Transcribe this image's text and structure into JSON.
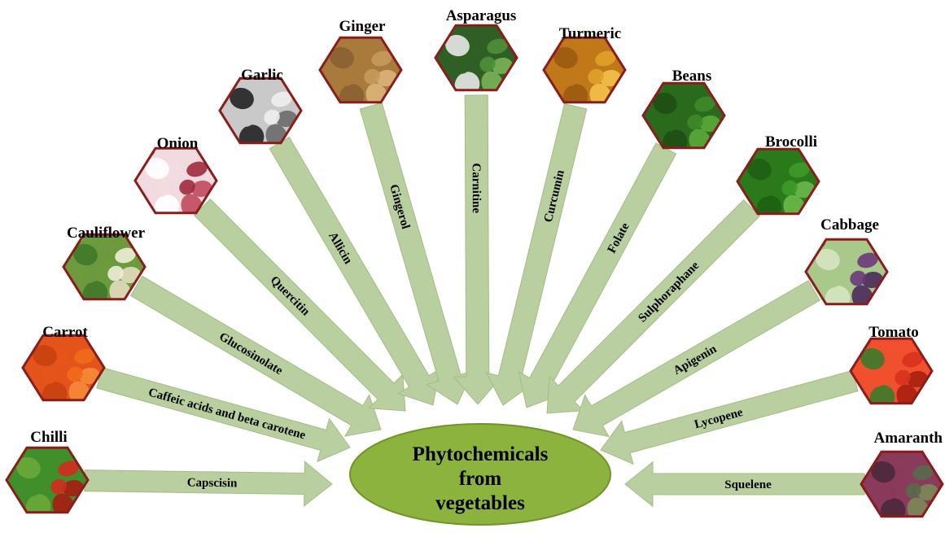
{
  "hub": {
    "lines": [
      "Phytochemicals",
      "from",
      "vegetables"
    ],
    "fill": "#8bb33d"
  },
  "colors": {
    "arrow": "#b9cf9f",
    "arrow_edge": "#a3bd86",
    "hex_border": "#8b1c1c"
  },
  "vegetables": [
    {
      "name": "Chilli",
      "compound": "Capscisin",
      "icon": "chilli-icon",
      "tones": [
        "#d42a1f",
        "#3f8f2a",
        "#a81b12",
        "#6aa83a"
      ]
    },
    {
      "name": "Carrot",
      "compound": "Caffeic acids and beta carotene",
      "icon": "carrot-icon",
      "tones": [
        "#f06a1c",
        "#e4541a",
        "#f58a3a",
        "#c7410f"
      ]
    },
    {
      "name": "Cauliflower",
      "compound": "Glucosinolate",
      "icon": "cauliflower-icon",
      "tones": [
        "#f1edd8",
        "#6c9a3c",
        "#e3ddbf",
        "#3f7a2a"
      ]
    },
    {
      "name": "Onion",
      "compound": "Quercitin",
      "icon": "onion-icon",
      "tones": [
        "#9e2a3e",
        "#f2dbe0",
        "#c04a5e",
        "#ffffff"
      ]
    },
    {
      "name": "Garlic",
      "compound": "Allicin",
      "icon": "garlic-icon",
      "tones": [
        "#eeeeee",
        "#c9c9c9",
        "#6a6a6a",
        "#222222"
      ]
    },
    {
      "name": "Ginger",
      "compound": "Gingerol",
      "icon": "ginger-icon",
      "tones": [
        "#c49a5a",
        "#a87a3c",
        "#d9b47a",
        "#8a6030"
      ]
    },
    {
      "name": "Asparagus",
      "compound": "Carnitine",
      "icon": "asparagus-icon",
      "tones": [
        "#4f8f3a",
        "#2f5f24",
        "#7ab35a",
        "#e8e8e8"
      ]
    },
    {
      "name": "Turmeric",
      "compound": "Curcumin",
      "icon": "turmeric-icon",
      "tones": [
        "#e0a22a",
        "#c07818",
        "#f2c24a",
        "#9a5a10"
      ]
    },
    {
      "name": "Beans",
      "compound": "Folate",
      "icon": "beans-icon",
      "tones": [
        "#3f8a2a",
        "#2a6a1c",
        "#5aa83a",
        "#1f4f14"
      ]
    },
    {
      "name": "Brocolli",
      "compound": "Sulphoraphane",
      "icon": "broccoli-icon",
      "tones": [
        "#3f9a2a",
        "#2a7a1c",
        "#6ab84a",
        "#1f5f14"
      ]
    },
    {
      "name": "Cabbage",
      "compound": "Apigenin",
      "icon": "cabbage-icon",
      "tones": [
        "#6a3a7a",
        "#a8c98a",
        "#4a2a5a",
        "#d6e6c0"
      ]
    },
    {
      "name": "Tomato",
      "compound": "Lycopene",
      "icon": "tomato-icon",
      "tones": [
        "#d8321f",
        "#f0502e",
        "#a8200f",
        "#3a7a2a"
      ]
    },
    {
      "name": "Amaranth",
      "compound": "Squelene",
      "icon": "amaranth-icon",
      "tones": [
        "#5a6a4a",
        "#8a3a5a",
        "#7a8a5a",
        "#4a2a3a"
      ]
    }
  ]
}
